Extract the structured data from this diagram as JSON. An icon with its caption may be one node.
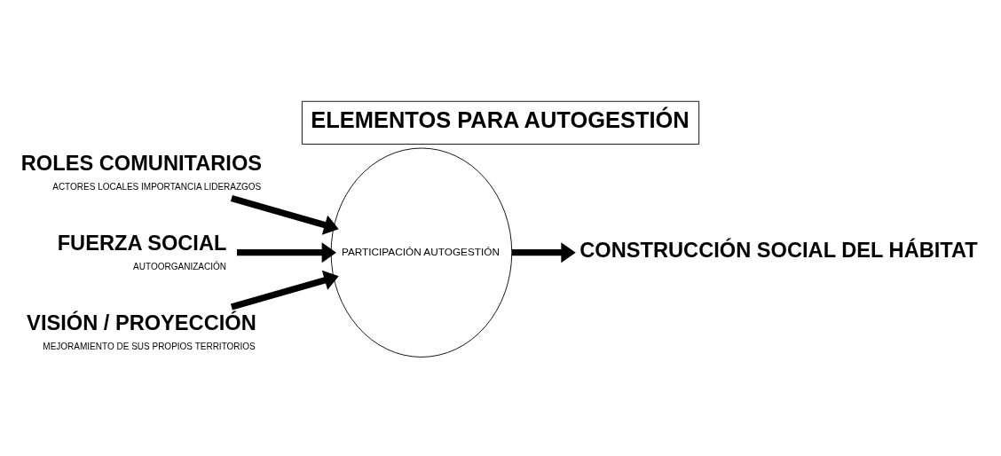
{
  "diagram": {
    "title": "ELEMENTOS PARA AUTOGESTIÓN",
    "nodes": [
      {
        "text": [
          "ROLES COMUNITARIOS"
        ],
        "beside": [
          "ACTORES LOCALES IMPORTANCIA LIDERAZGOS"
        ]
      },
      {
        "text": [
          "FUERZA SOCIAL"
        ],
        "beside": [
          "AUTOORGANIZACIÓN"
        ]
      },
      {
        "text": [
          "VISIÓN / PROYECCIÓN"
        ],
        "beside": [
          "MEJORAMIENTO DE SUS PROPIOS TERRITORIOS"
        ]
      },
      {
        "text": [
          "PARTICIPACIÓN AUTOGESTIÓN"
        ]
      },
      {
        "text": [
          "CONSTRUCCIÓN SOCIAL DEL HÁBITAT"
        ]
      }
    ],
    "edges": [
      {
        "from": 0,
        "to": 3,
        "arrow": "to"
      },
      {
        "from": 1,
        "to": 3,
        "arrow": "to"
      },
      {
        "from": 2,
        "to": 3,
        "arrow": "to"
      },
      {
        "from": 3,
        "to": 4,
        "arrow": "to"
      }
    ]
  }
}
